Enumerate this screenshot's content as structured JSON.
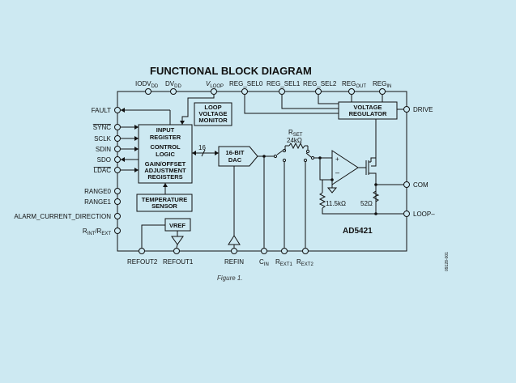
{
  "title": "FUNCTIONAL BLOCK DIAGRAM",
  "caption": "Figure 1.",
  "part_number": "AD5421",
  "doc_code": "09128-001",
  "pins_top": [
    {
      "id": "iodvdd",
      "main": "IODV",
      "sub": "DD"
    },
    {
      "id": "dvdd",
      "main": "DV",
      "sub": "DD"
    },
    {
      "id": "vloop",
      "main": "V",
      "sub": "LOOP"
    },
    {
      "id": "regsel0",
      "main": "REG_SEL0",
      "sub": ""
    },
    {
      "id": "regsel1",
      "main": "REG_SEL1",
      "sub": ""
    },
    {
      "id": "regsel2",
      "main": "REG_SEL2",
      "sub": ""
    },
    {
      "id": "regout",
      "main": "REG",
      "sub": "OUT"
    },
    {
      "id": "regin",
      "main": "REG",
      "sub": "IN"
    }
  ],
  "pins_left": [
    {
      "id": "fault",
      "label": "FAULT"
    },
    {
      "id": "sync",
      "label": "SYNC"
    },
    {
      "id": "sclk",
      "label": "SCLK"
    },
    {
      "id": "sdin",
      "label": "SDIN"
    },
    {
      "id": "sdo",
      "label": "SDO"
    },
    {
      "id": "ldac",
      "label": "LDAC"
    },
    {
      "id": "range0",
      "label": "RANGE0"
    },
    {
      "id": "range1",
      "label": "RANGE1"
    },
    {
      "id": "alarm",
      "label": "ALARM_CURRENT_DIRECTION"
    },
    {
      "id": "rint",
      "label": "R",
      "sub1": "INT",
      "mid": "/R",
      "sub2": "EXT"
    }
  ],
  "pins_right": [
    {
      "id": "drive",
      "label": "DRIVE"
    },
    {
      "id": "com",
      "label": "COM"
    },
    {
      "id": "loopm",
      "label": "LOOP–"
    }
  ],
  "pins_bottom": [
    {
      "id": "refout2",
      "label": "REFOUT2"
    },
    {
      "id": "refout1",
      "label": "REFOUT1"
    },
    {
      "id": "refin",
      "label": "REFIN"
    },
    {
      "id": "cin",
      "main": "C",
      "sub": "IN"
    },
    {
      "id": "rext1",
      "main": "R",
      "sub": "EXT1"
    },
    {
      "id": "rext2",
      "main": "R",
      "sub": "EXT2"
    }
  ],
  "blocks": {
    "input_register": [
      "INPUT",
      "REGISTER",
      "CONTROL",
      "LOGIC",
      "GAIN/OFFSET",
      "ADJUSTMENT",
      "REGISTERS"
    ],
    "loop_voltage_monitor": [
      "LOOP",
      "VOLTAGE",
      "MONITOR"
    ],
    "voltage_regulator": [
      "VOLTAGE",
      "REGULATOR"
    ],
    "temperature_sensor": [
      "TEMPERATURE",
      "SENSOR"
    ],
    "vref": "VREF",
    "dac": [
      "16-BIT",
      "DAC"
    ],
    "bus_width": "16"
  },
  "components": {
    "rset_main": "R",
    "rset_sub": "SET",
    "rset_value": "24kΩ",
    "r1": "11.5kΩ",
    "r2": "52Ω"
  }
}
